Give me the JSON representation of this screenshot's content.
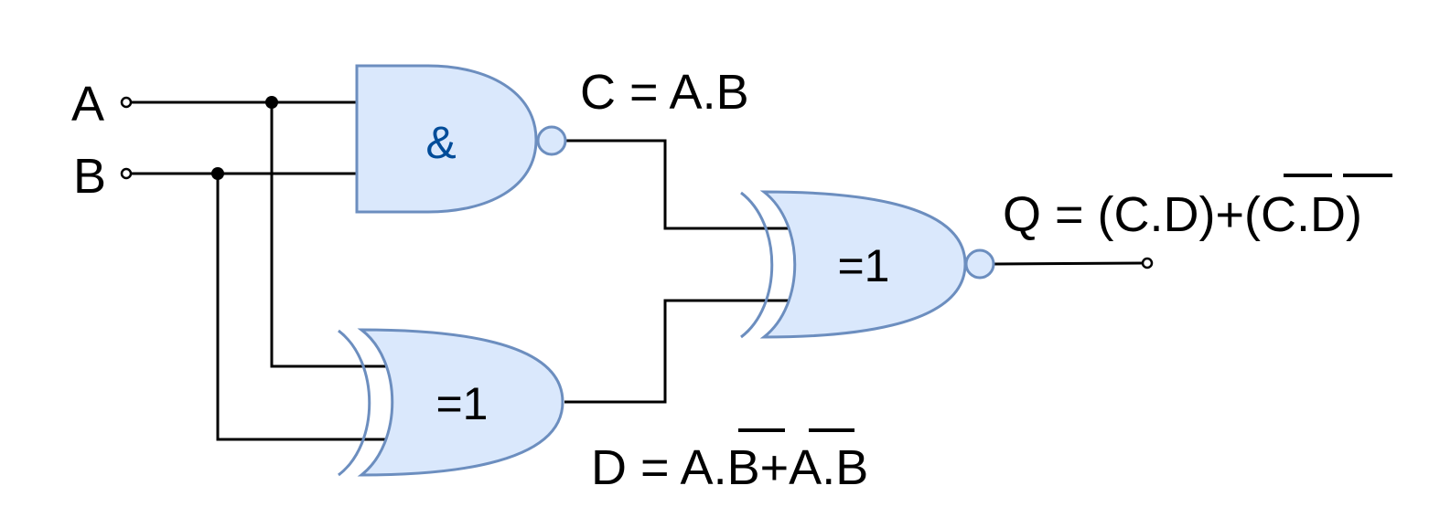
{
  "inputs": {
    "a_label": "A",
    "b_label": "B"
  },
  "gates": {
    "nand_symbol": "&",
    "xor_symbol": "=1",
    "xnor_symbol": "=1"
  },
  "expressions": {
    "c_prefix": "C = A.B",
    "d_prefix": "D = A.",
    "d_b_bar": "B",
    "d_plus": "+",
    "d_a_bar": "A",
    "d_suffix": ".B",
    "q_prefix": "Q = (C.D)+(",
    "q_c_bar": "C",
    "q_dot": ".",
    "q_d_bar": "D",
    "q_suffix": ")"
  },
  "colors": {
    "gate_fill": "#dae8fc",
    "gate_stroke": "#6c8ebf",
    "and_symbol": "#004c99",
    "wire": "#000000"
  }
}
